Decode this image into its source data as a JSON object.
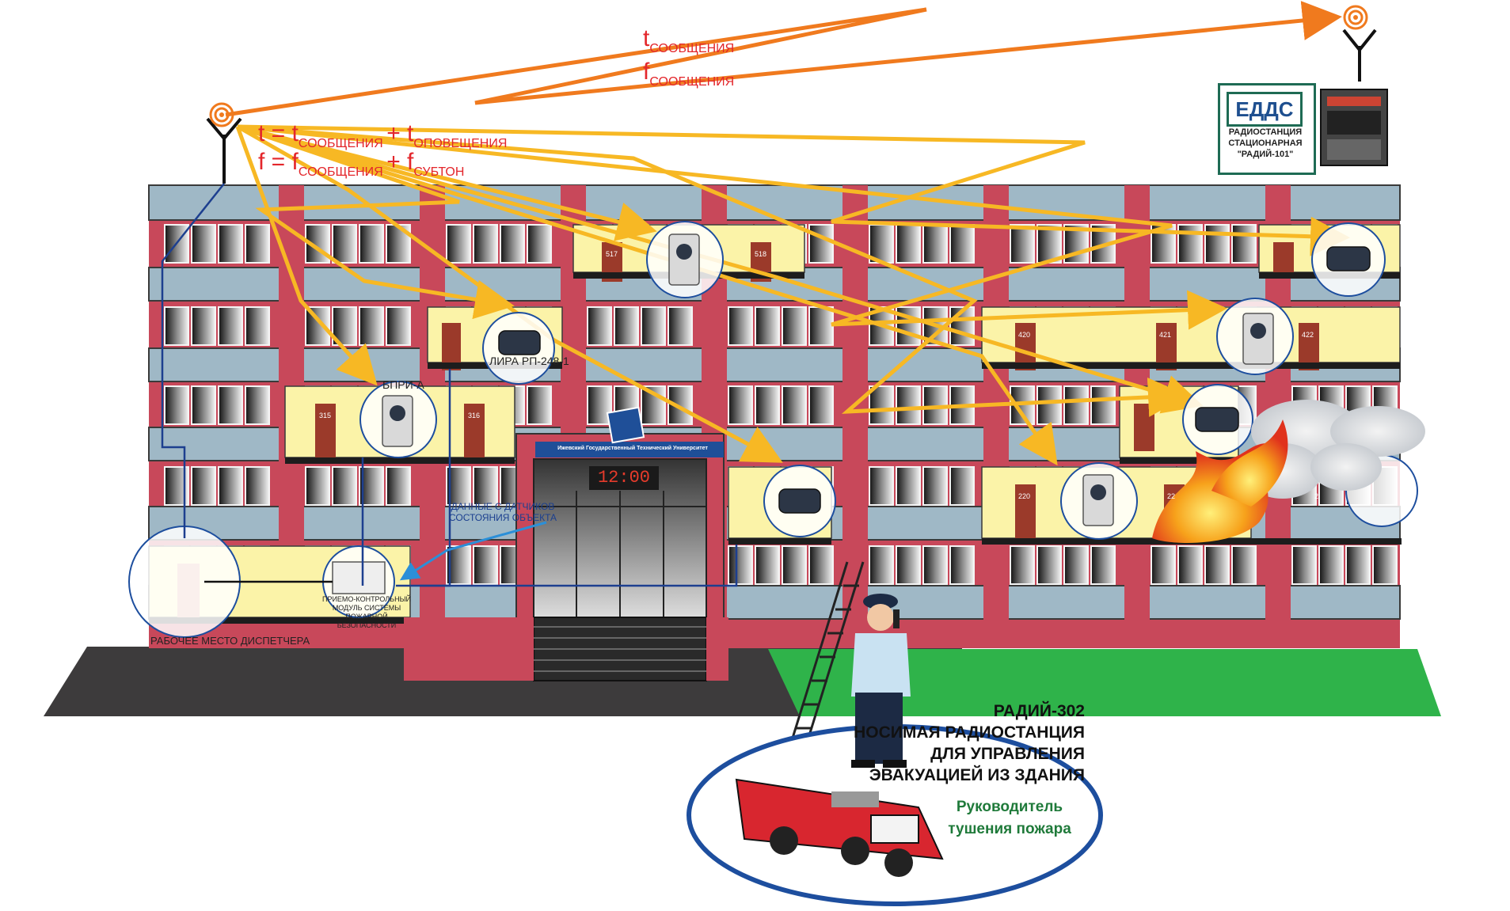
{
  "colors": {
    "arrow_orange": "#f07a1e",
    "arrow_yellow": "#f7b824",
    "wall_red": "#c8485a",
    "window_frame": "#9fb8c6",
    "highlight_floor": "#fbf3a8",
    "formula_red": "#e3262b",
    "eddc_green": "#1e6b54",
    "grass": "#2fb34a",
    "asphalt": "#3d3b3c",
    "ellipse_blue": "#1d4e9e"
  },
  "formulas": {
    "t_message": {
      "var": "t",
      "sub": "СООБЩЕНИЯ"
    },
    "f_message": {
      "var": "f",
      "sub": "СООБЩЕНИЯ"
    },
    "t_total": {
      "var": "t = t",
      "sub1": "СООБЩЕНИЯ",
      "plus": "+ t",
      "sub2": "ОПОВЕЩЕНИЯ"
    },
    "f_total": {
      "var": "f = f",
      "sub1": "СООБЩЕНИЯ",
      "plus": "+ f",
      "sub2": "СУБТОН"
    }
  },
  "eddc": {
    "title": "ЕДДС",
    "caption": "РАДИОСТАНЦИЯ\nСТАЦИОНАРНАЯ\n\"РАДИЙ-101\""
  },
  "labels": {
    "lira": "ЛИРА РП-248-1",
    "bpri": "БПРИ-А",
    "dispatcher": "РАБОЧЕЕ МЕСТО ДИСПЕТЧЕРА",
    "module": "ПРИЕМО-КОНТРОЛЬНЫЙ\nМОДУЛЬ СИСТЕМЫ\nПОЖАРНОЙ БЕЗОПАСНОСТИ",
    "sensor_data": "ДАННЫЕ С ДАТЧИКОВ\nСОСТОЯНИЯ ОБЪЕКТА",
    "university": "Ижевский Государственный Технический Университет",
    "clock": "12:00",
    "radio_302": "РАДИЙ-302\nНОСИМАЯ РАДИОСТАНЦИЯ\nДЛЯ УПРАВЛЕНИЯ\nЭВАКУАЦИЕЙ ИЗ ЗДАНИЯ",
    "fire_leader": "Руководитель\nтушения пожара"
  },
  "rooms": [
    "517",
    "518",
    "420",
    "421",
    "422",
    "315",
    "316",
    "220",
    "22",
    "2"
  ]
}
